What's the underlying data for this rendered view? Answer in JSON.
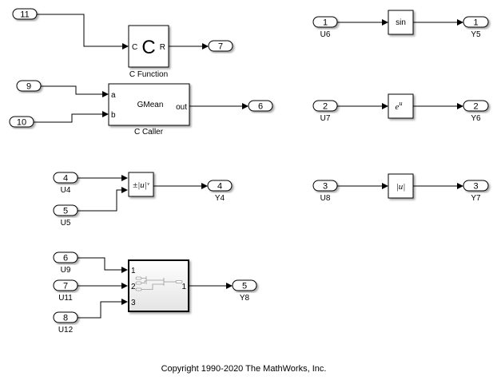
{
  "diagram": {
    "inports": [
      {
        "number": "11",
        "label": ""
      },
      {
        "number": "9",
        "label": ""
      },
      {
        "number": "10",
        "label": ""
      },
      {
        "number": "4",
        "label": "U4"
      },
      {
        "number": "5",
        "label": "U5"
      },
      {
        "number": "6",
        "label": "U9"
      },
      {
        "number": "7",
        "label": "U11"
      },
      {
        "number": "8",
        "label": "U12"
      },
      {
        "number": "1",
        "label": "U6"
      },
      {
        "number": "2",
        "label": "U7"
      },
      {
        "number": "3",
        "label": "U8"
      }
    ],
    "outports": [
      {
        "number": "7",
        "label": ""
      },
      {
        "number": "6",
        "label": ""
      },
      {
        "number": "4",
        "label": "Y4"
      },
      {
        "number": "5",
        "label": "Y8"
      },
      {
        "number": "1",
        "label": "Y5"
      },
      {
        "number": "2",
        "label": "Y6"
      },
      {
        "number": "3",
        "label": "Y7"
      }
    ],
    "blocks": {
      "c_function": {
        "name": "C Function",
        "icon_text": "C",
        "in_port": "C",
        "out_port": "R"
      },
      "c_caller": {
        "name": "C Caller",
        "function": "GMean",
        "in_ports": [
          "a",
          "b"
        ],
        "out_port": "out"
      },
      "signed_sqrt": {
        "text": "±|u|ᵛ"
      },
      "subsystem": {
        "in_ports": [
          "1",
          "2",
          "3"
        ],
        "out_port": "1"
      },
      "sin": {
        "text": "sin"
      },
      "exp": {
        "text": "e",
        "superscript": "u"
      },
      "abs": {
        "text": "|u|"
      }
    }
  },
  "footer": {
    "copyright": "Copyright 1990-2020 The MathWorks, Inc."
  }
}
